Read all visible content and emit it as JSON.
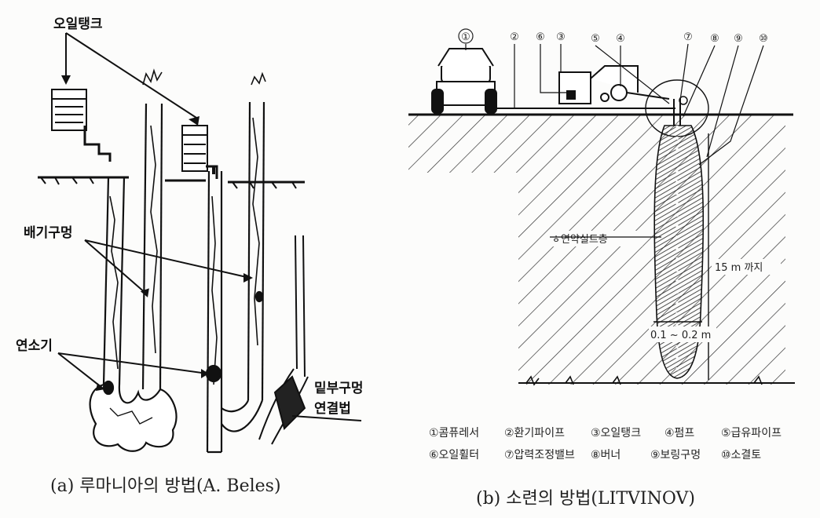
{
  "left_panel": {
    "labels": {
      "oil_tank": "오일탱크",
      "exhaust_hole": "배기구멍",
      "burner": "연소기",
      "bottom_hole_connection_line1": "밑부구멍",
      "bottom_hole_connection_line2": "연결법"
    },
    "caption": "(a) 루마니아의 방법(A. Beles)"
  },
  "right_panel": {
    "markers": [
      "①",
      "②",
      "⑥",
      "③",
      "⑤",
      "④",
      "⑦",
      "⑧",
      "⑨",
      "⑩"
    ],
    "soil_label": "ㅎ연약실트층",
    "depth_label": "15 m 까지",
    "diameter_label": "0.1 ~ 0.2 m",
    "legend_row1": [
      "①콤퓨레서",
      "②환기파이프",
      "③오일탱크",
      "④펌프",
      "⑤급유파이프"
    ],
    "legend_row2": [
      "⑥오일휠터",
      "⑦압력조정밸브",
      "⑧버너",
      "⑨보링구멍",
      "⑩소결토"
    ],
    "caption": "(b) 소련의 방법(LITVINOV)"
  }
}
